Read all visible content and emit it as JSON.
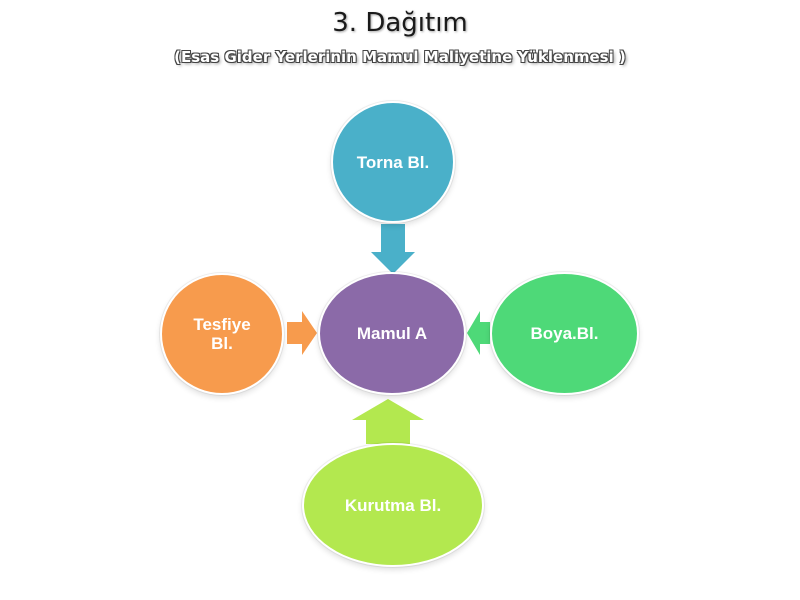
{
  "title": "3. Dağıtım",
  "subtitle": "(Esas Gider Yerlerinin Mamul Maliyetine Yüklenmesi )",
  "center": {
    "label": "Mamul A",
    "color": "#8b6aa8"
  },
  "nodes": {
    "top": {
      "label": "Torna Bl.",
      "color": "#4ab0c9"
    },
    "left": {
      "label": "Tesfiye Bl.",
      "color": "#f79b4d"
    },
    "right": {
      "label": "Boya.Bl.",
      "color": "#4ed978"
    },
    "bottom": {
      "label": "Kurutma Bl.",
      "color": "#b3e84f"
    }
  }
}
